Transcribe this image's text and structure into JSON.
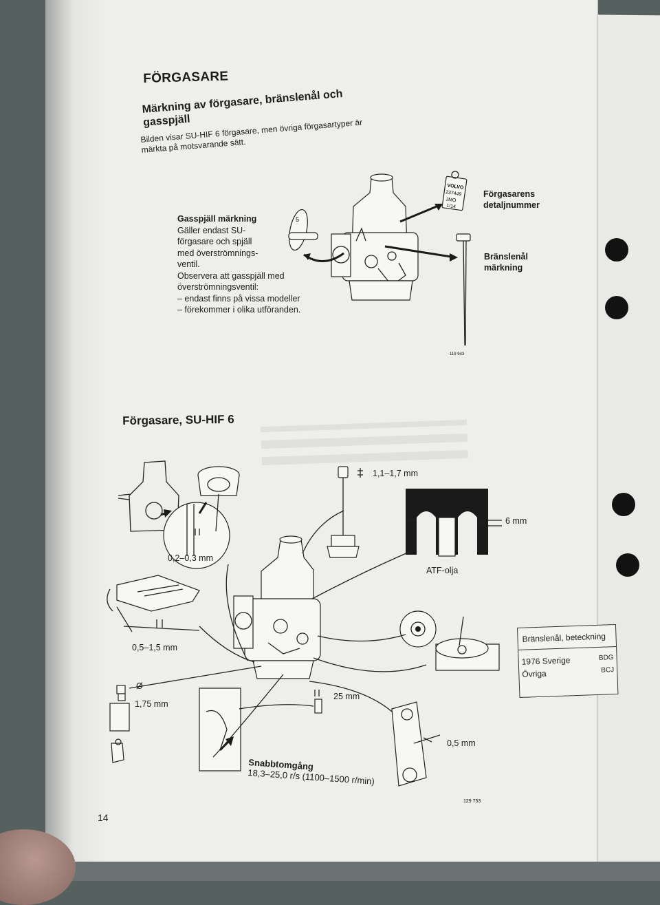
{
  "page": {
    "section_title": "FÖRGASARE",
    "subsection_title": "Märkning av förgasare, bränslenål och gasspjäll",
    "intro": "Bilden visar SU-HIF 6 förgasare, men övriga förgasartyper är märkta på motsvarande sätt.",
    "throttle_note": {
      "heading": "Gasspjäll märkning",
      "lines": [
        "Gäller endast SU-",
        "förgasare och spjäll",
        "med överströmnings-",
        "ventil.",
        "Observera att gasspjäll med",
        "överströmningsventil:",
        "– endast finns på vissa modeller",
        "– förekommer i olika utföranden."
      ]
    },
    "callout_part_number": [
      "Förgasarens",
      "detaljnummer"
    ],
    "callout_needle_marking": [
      "Bränslenål",
      "märkning"
    ],
    "tag_text": [
      "VOLVO",
      "237449",
      "JMO",
      "1/14"
    ],
    "figure1_number": "119 943",
    "figure2_title": "Förgasare, SU-HIF 6",
    "dimensions": {
      "needle_shoulder": "1,1–1,7 mm",
      "oil_level": "6 mm",
      "oil_label": "ATF-olja",
      "jet_gap": "0,2–0,3 mm",
      "float_gap": "0,5–1,5 mm",
      "valve_dia_symbol": "Ø",
      "valve_dia": "1,75 mm",
      "cable_play": "25 mm",
      "lever_gap": "0,5 mm"
    },
    "fast_idle": {
      "label": "Snabbtomgång",
      "value": "18,3–25,0 r/s (1100–1500 r/min)"
    },
    "needle_table": {
      "title": "Bränslenål, beteckning",
      "rows": [
        {
          "label": "1976 Sverige",
          "code": "BDG"
        },
        {
          "label": "Övriga",
          "code": "BCJ"
        }
      ]
    },
    "figure2_number": "129 753",
    "page_number": "14"
  },
  "colors": {
    "paper": "#eeeeeb",
    "ink": "#1c1c1c",
    "background": "#55605f"
  }
}
